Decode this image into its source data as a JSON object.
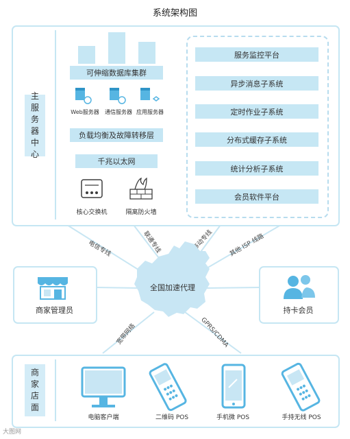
{
  "title": "系统架构图",
  "main_server": {
    "label": "主服务器中心",
    "db_cluster": "可伸缩数据库集群",
    "servers": [
      "Web服务器",
      "通信服务器",
      "应用服务器"
    ],
    "load_balancer": "负载均衡及故障转移层",
    "ethernet": "千兆以太网",
    "core_switch": "核心交换机",
    "firewall": "隔离防火墙",
    "subsystems": [
      "服务监控平台",
      "异步消息子系统",
      "定时作业子系统",
      "分布式缓存子系统",
      "统计分析子系统",
      "会员软件平台"
    ]
  },
  "center": {
    "label": "全国加速代理"
  },
  "links": {
    "telecom": "电信专线",
    "unicom": "联通专线",
    "mobile": "移动专线",
    "other_isp": "其他 ISP 线路",
    "broadband": "宽带网络",
    "gprs": "GPRS/CDMA"
  },
  "merchant_admin": "商家管理员",
  "cardholder": "持卡会员",
  "store": {
    "label": "商家店面",
    "devices": [
      "电脑客户端",
      "二维码 POS",
      "手机微 POS",
      "手持无线 POS"
    ]
  },
  "watermark": "大图网",
  "colors": {
    "panel_border": "#c5e6f3",
    "bar_fill": "#c6e7f4",
    "icon_blue": "#56b5e2"
  }
}
